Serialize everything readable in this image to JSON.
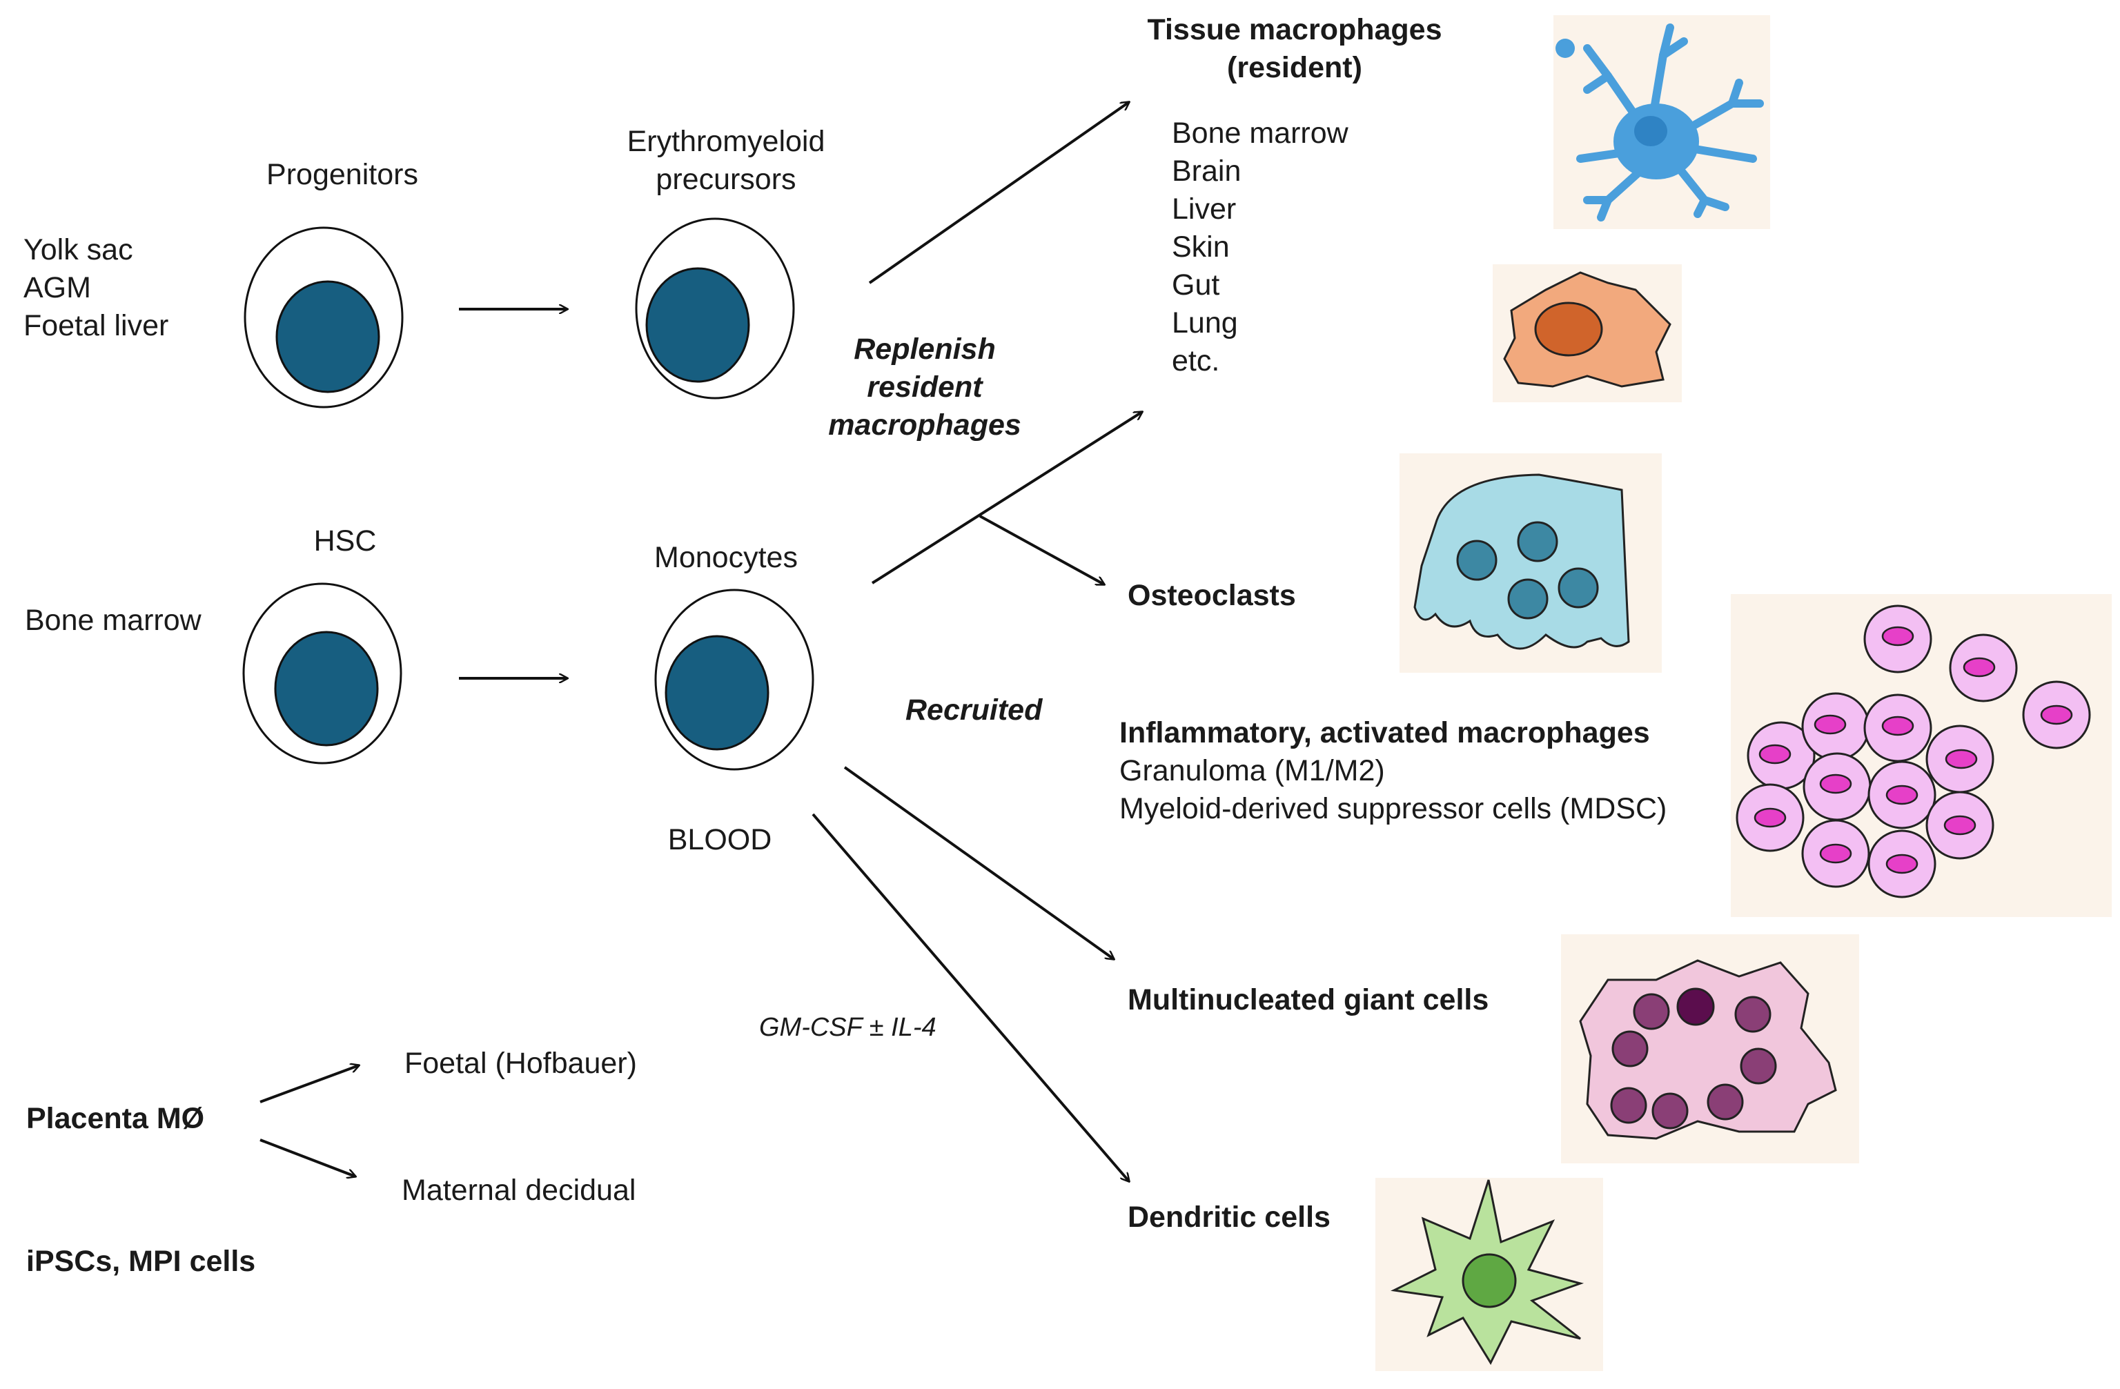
{
  "sources": {
    "embryonic": [
      "Yolk sac",
      "AGM",
      "Foetal liver"
    ],
    "adult": "Bone marrow"
  },
  "stages": {
    "progenitors": "Progenitors",
    "erythromyeloid": [
      "Erythromyeloid",
      "precursors"
    ],
    "hsc": "HSC",
    "monocytes": "Monocytes",
    "blood": "BLOOD"
  },
  "pathway_labels": {
    "replenish": [
      "Replenish",
      "resident",
      "macrophages"
    ],
    "recruited": "Recruited",
    "gm_csf": "GM-CSF ± IL-4"
  },
  "tissue_macrophages": {
    "title": [
      "Tissue macrophages",
      "(resident)"
    ],
    "sites": [
      "Bone marrow",
      "Brain",
      "Liver",
      "Skin",
      "Gut",
      "Lung",
      "etc."
    ]
  },
  "osteoclasts": "Osteoclasts",
  "inflammatory": {
    "title": "Inflammatory, activated macrophages",
    "items": [
      "Granuloma (M1/M2)",
      "Myeloid-derived suppressor cells (MDSC)"
    ]
  },
  "giant_cells": "Multinucleated giant cells",
  "dendritic": "Dendritic cells",
  "placenta": {
    "title": "Placenta MØ",
    "foetal": "Foetal (Hofbauer)",
    "maternal": "Maternal decidual"
  },
  "ipsc": "iPSCs, MPI cells",
  "colors": {
    "nucleus": "#175e80",
    "microglia": "#4a9fdc",
    "fixed_macrophage": "#f2a97d",
    "osteoclast": "#a8dbe6",
    "inflammatory_cell": "#f3bff3",
    "giant_cell": "#f1c6dc",
    "dendritic_cell": "#b9e29d",
    "panel_bg": "#fbf3ea"
  }
}
